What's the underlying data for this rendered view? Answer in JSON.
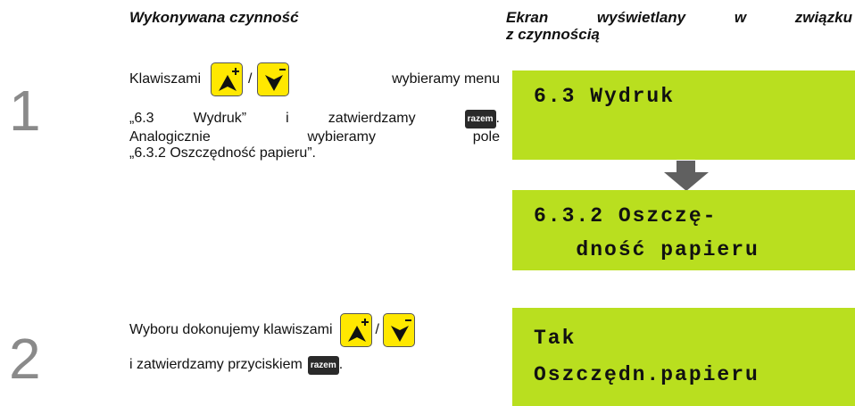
{
  "headers": {
    "left": "Wykonywana czynność",
    "right_line1_words": [
      "Ekran",
      "wyświetlany",
      "w",
      "związku"
    ],
    "right_line2": "z czynnością"
  },
  "step1": {
    "number": "1",
    "text_l1_a": "Klawiszami",
    "text_l1_sep": "/",
    "text_l1_b": "wybieramy menu",
    "text_l2_words": [
      "„6.3",
      "Wydruk”",
      "i",
      "zatwierdzamy"
    ],
    "text_l2_end": ".",
    "text_l3_words": [
      "Analogicznie",
      "wybieramy",
      "pole"
    ],
    "text_l4": "„6.3.2 Oszczędność papieru”.",
    "key_label": "razem"
  },
  "step2": {
    "number": "2",
    "text_l1": "Wyboru dokonujemy klawiszami",
    "text_l1_sep": "/",
    "text_l2": "i zatwierdzamy przyciskiem",
    "text_l2_end": ".",
    "key_label": "razem"
  },
  "displays": {
    "screen1": "6.3 Wydruk",
    "screen2_line1": "6.3.2 Oszczę-",
    "screen2_line2": "   dność papieru",
    "screen3_line1": "Tak",
    "screen3_line2": "Oszczędn.papieru"
  },
  "colors": {
    "lcd": "#b9df1f",
    "key": "#ffe800",
    "arrow": "#606060"
  },
  "icons": {
    "up_key": "arrow-up-plus-icon",
    "down_key": "arrow-down-minus-icon"
  }
}
